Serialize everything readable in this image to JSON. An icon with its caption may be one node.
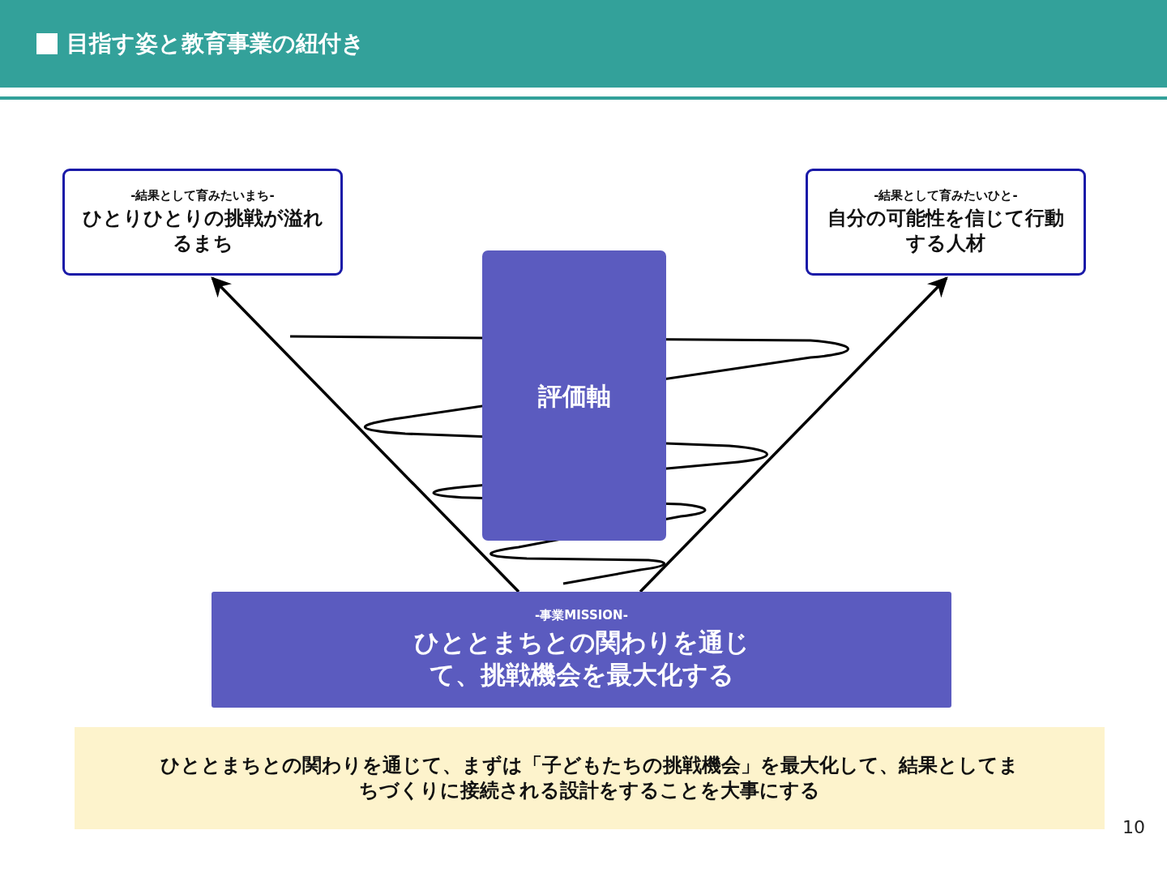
{
  "diagram": {
    "title": "目指す姿と教育事業の紐付き",
    "nodes": [
      {
        "text": [
          "-結果として育みたいまち-",
          "ひとりひとりの挑戦が溢れるまち"
        ]
      },
      {
        "text": [
          "-結果として育みたいひと-",
          "自分の可能性を信じて行動する人材"
        ]
      },
      {
        "text": [
          "評価軸"
        ]
      },
      {
        "text": [
          "-事業MISSION-",
          "ひととまちとの関わりを通じて、挑戦機会を最大化する"
        ]
      },
      {
        "text": [
          "ひととまちとの関わりを通じて、まずは「子どもたちの挑戦機会」を最大化して、結果としてまちづくりに接続される設計をすることを大事にする"
        ]
      }
    ],
    "edges": [
      {
        "from": 3,
        "to": 0,
        "arrow": "to"
      },
      {
        "from": 3,
        "to": 1,
        "arrow": "to"
      }
    ],
    "labels": [
      "10"
    ]
  }
}
